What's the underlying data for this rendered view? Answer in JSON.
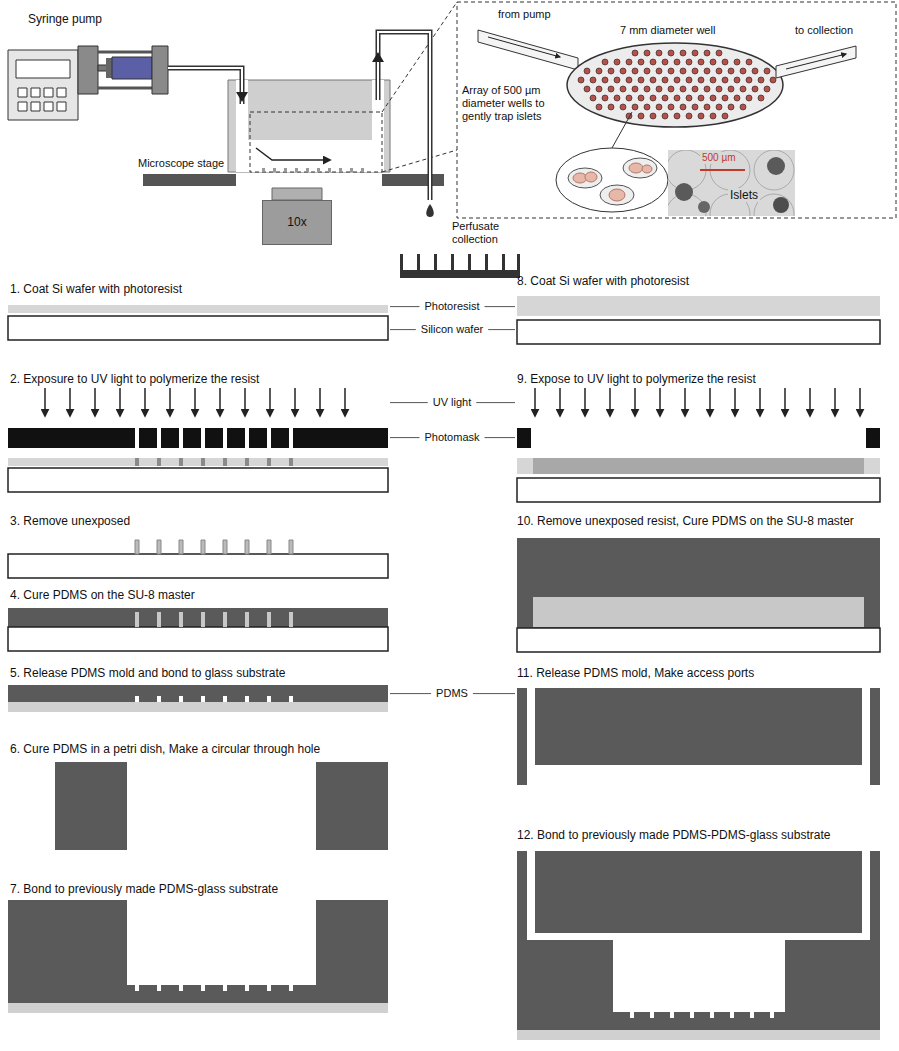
{
  "diagram": {
    "nodes": [
      {
        "text": [
          "10x"
        ]
      }
    ],
    "labels": [
      "Syringe pump",
      "Microscope stage",
      "Perfusate collection",
      "from pump",
      "7 mm diameter well",
      "to collection",
      "Array of 500 µm diameter wells to gently trap islets",
      "500 µm",
      "Islets",
      "1. Coat Si wafer with photoresist",
      "8. Coat Si wafer with photoresist",
      "Photoresist",
      "Silicon wafer",
      "2. Exposure to UV light to polymerize the resist",
      "9. Expose to UV light to polymerize the resist",
      "UV light",
      "Photomask",
      "3. Remove unexposed",
      "10. Remove unexposed resist, Cure PDMS on the SU-8 master",
      "4. Cure PDMS on the SU-8 master",
      "5. Release PDMS mold and bond to glass substrate",
      "11. Release PDMS mold, Make access ports",
      "PDMS",
      "6. Cure PDMS in a petri dish, Make a circular through hole",
      "12. Bond to previously made PDMS-PDMS-glass substrate",
      "7. Bond to previously made PDMS-glass substrate"
    ]
  }
}
